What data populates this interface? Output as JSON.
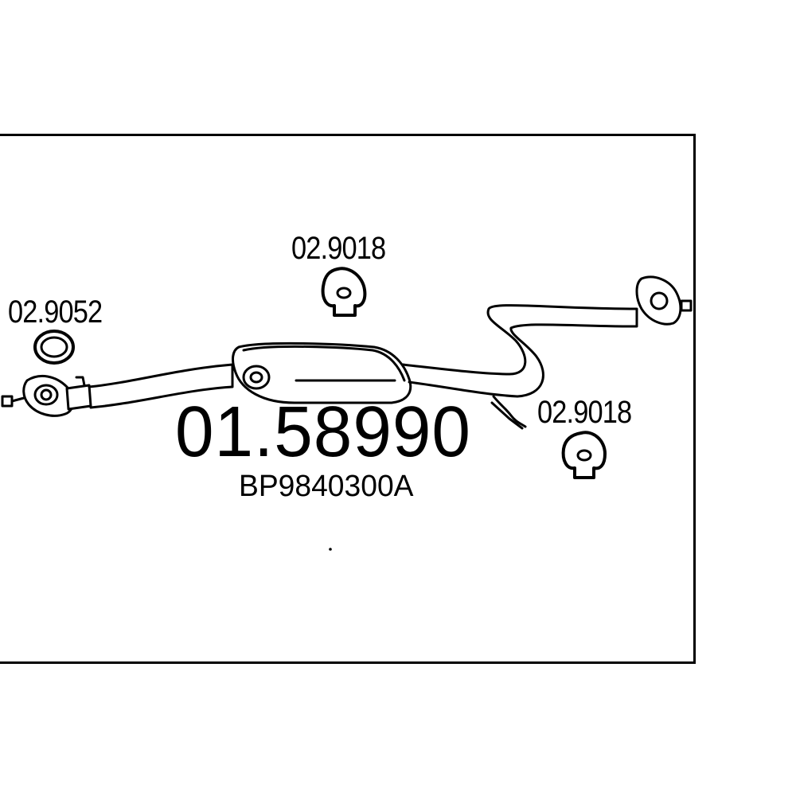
{
  "diagram": {
    "main_part_number": "01.58990",
    "oe_number": "BP9840300A",
    "accessories": [
      {
        "code": "02.9052",
        "icon": "gasket-ring-icon"
      },
      {
        "code": "02.9018",
        "icon": "rubber-hanger-icon"
      },
      {
        "code": "02.9018",
        "icon": "rubber-hanger-icon"
      }
    ],
    "line_color": "#000000",
    "background_color": "#ffffff"
  }
}
